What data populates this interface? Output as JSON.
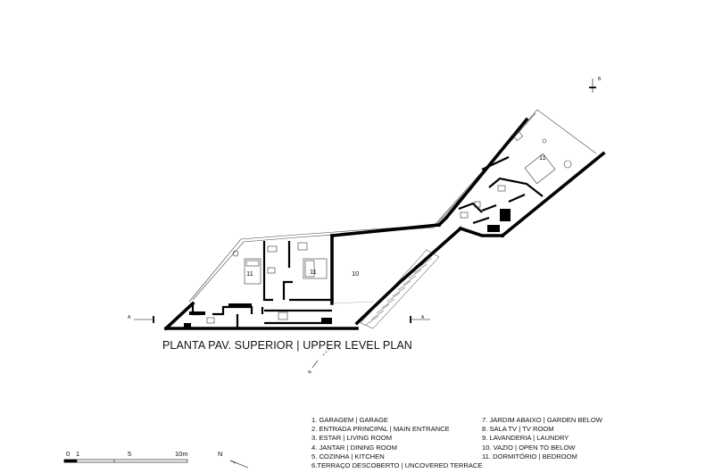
{
  "plan_title": "PLANTA PAV. SUPERIOR | UPPER LEVEL PLAN",
  "legend_left": [
    "1. GARAGEM | GARAGE",
    "2. ENTRADA PRINCIPAL | MAIN ENTRANCE",
    "3. ESTAR | LIVING ROOM",
    "4. JANTAR | DINING ROOM",
    "5. COZINHA | KITCHEN",
    "6.TERRAÇO DESCOBERTO | UNCOVERED TERRACE"
  ],
  "legend_right": [
    "7. JARDIM ABAIXO | GARDEN BELOW",
    "8. SALA TV | TV ROOM",
    "9. LAVANDERIA | LAUNDRY",
    "10. VAZIO | OPEN TO BELOW",
    "11. DORMITÓRIO | BEDROOM"
  ],
  "room_labels": {
    "bedroom_a": "11",
    "bedroom_b": "11",
    "bedroom_c": "11",
    "void": "10"
  },
  "section_marks": {
    "a_left": "A",
    "a_right": "A",
    "b_top": "B",
    "b_bottom": "B"
  },
  "scale_bar": {
    "zero": "0",
    "one": "1",
    "five": "5",
    "ten": "10m"
  },
  "north_label": "N"
}
